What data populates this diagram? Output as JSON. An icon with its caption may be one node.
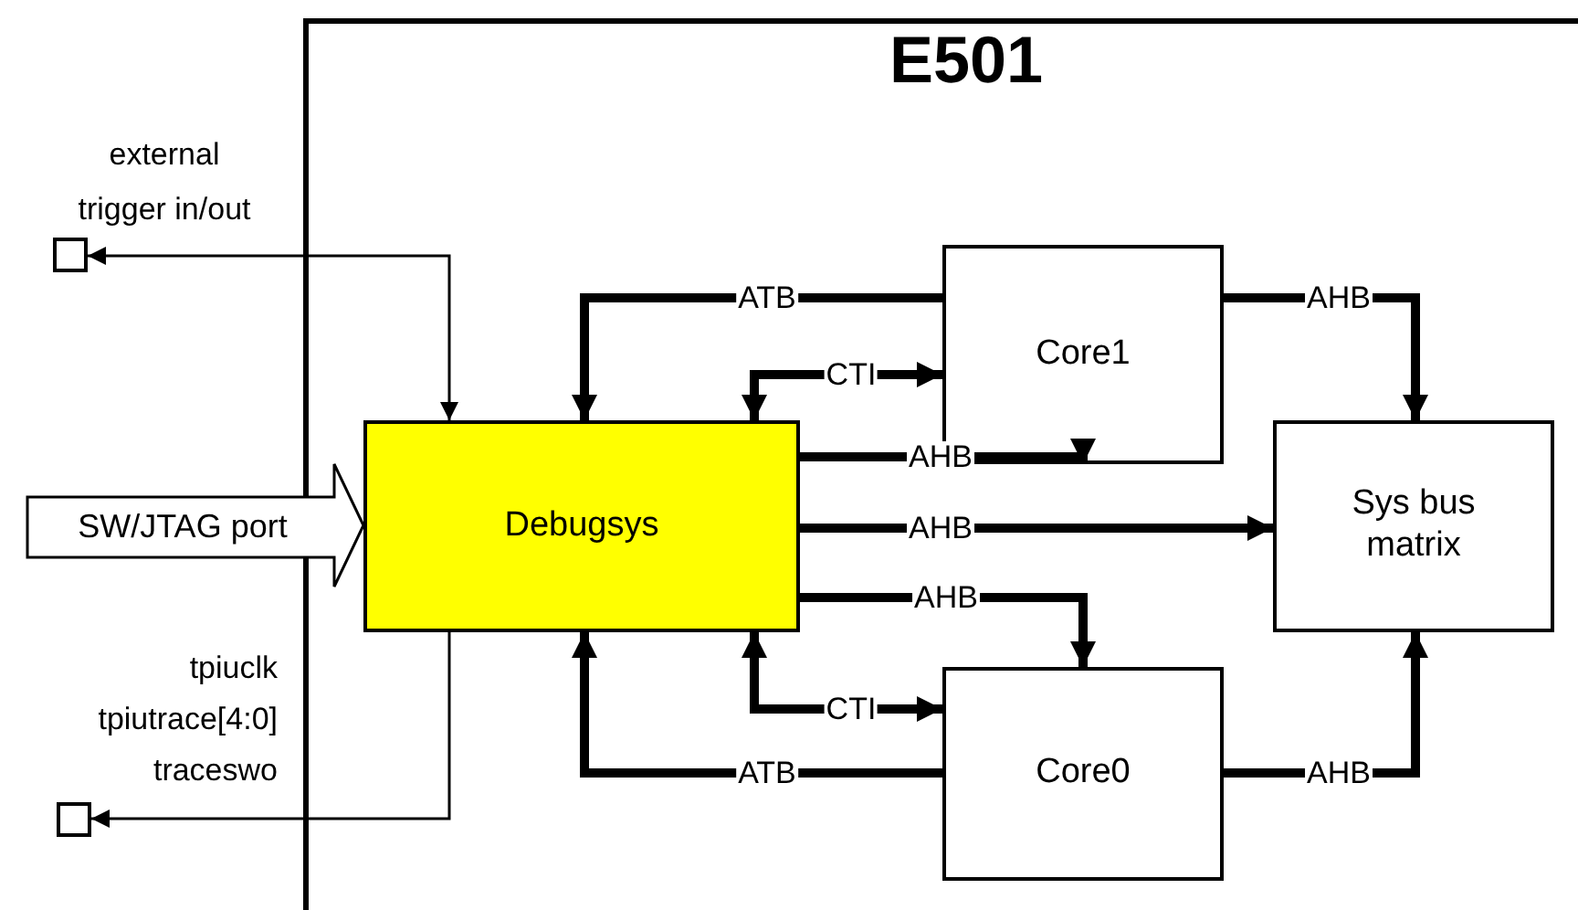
{
  "diagram": {
    "nodes": [
      {
        "text": [
          "E501"
        ]
      },
      {
        "text": [
          "Debugsys"
        ],
        "in": 0
      },
      {
        "text": [
          "Core1"
        ],
        "in": 0
      },
      {
        "text": [
          "Core0"
        ],
        "in": 0
      },
      {
        "text": [
          "Sys bus matrix"
        ],
        "in": 0
      },
      {
        "text": [
          "SW/JTAG port"
        ]
      },
      {
        "text": [],
        "shape": "box",
        "beside": [
          "external trigger in/out"
        ]
      },
      {
        "text": [],
        "shape": "box",
        "beside": [
          "tpiuclk",
          "tpiutrace[4:0]",
          "traceswo"
        ]
      }
    ],
    "edges": [
      {
        "from": 1,
        "to": 6,
        "arrow": "both"
      },
      {
        "from": 1,
        "to": 7,
        "arrow": "to"
      },
      {
        "from": 2,
        "to": 1,
        "arrow": "to",
        "label": "ATB"
      },
      {
        "from": 1,
        "to": 2,
        "arrow": "both",
        "label": "CTI"
      },
      {
        "from": 1,
        "to": 2,
        "arrow": "to",
        "label": "AHB"
      },
      {
        "from": 1,
        "to": 4,
        "arrow": "to",
        "label": "AHB"
      },
      {
        "from": 1,
        "to": 3,
        "arrow": "to",
        "label": "AHB"
      },
      {
        "from": 1,
        "to": 3,
        "arrow": "both",
        "label": "CTI"
      },
      {
        "from": 3,
        "to": 1,
        "arrow": "to",
        "label": "ATB"
      },
      {
        "from": 2,
        "to": 4,
        "arrow": "to",
        "label": "AHB"
      },
      {
        "from": 3,
        "to": 4,
        "arrow": "to",
        "label": "AHB"
      }
    ]
  }
}
